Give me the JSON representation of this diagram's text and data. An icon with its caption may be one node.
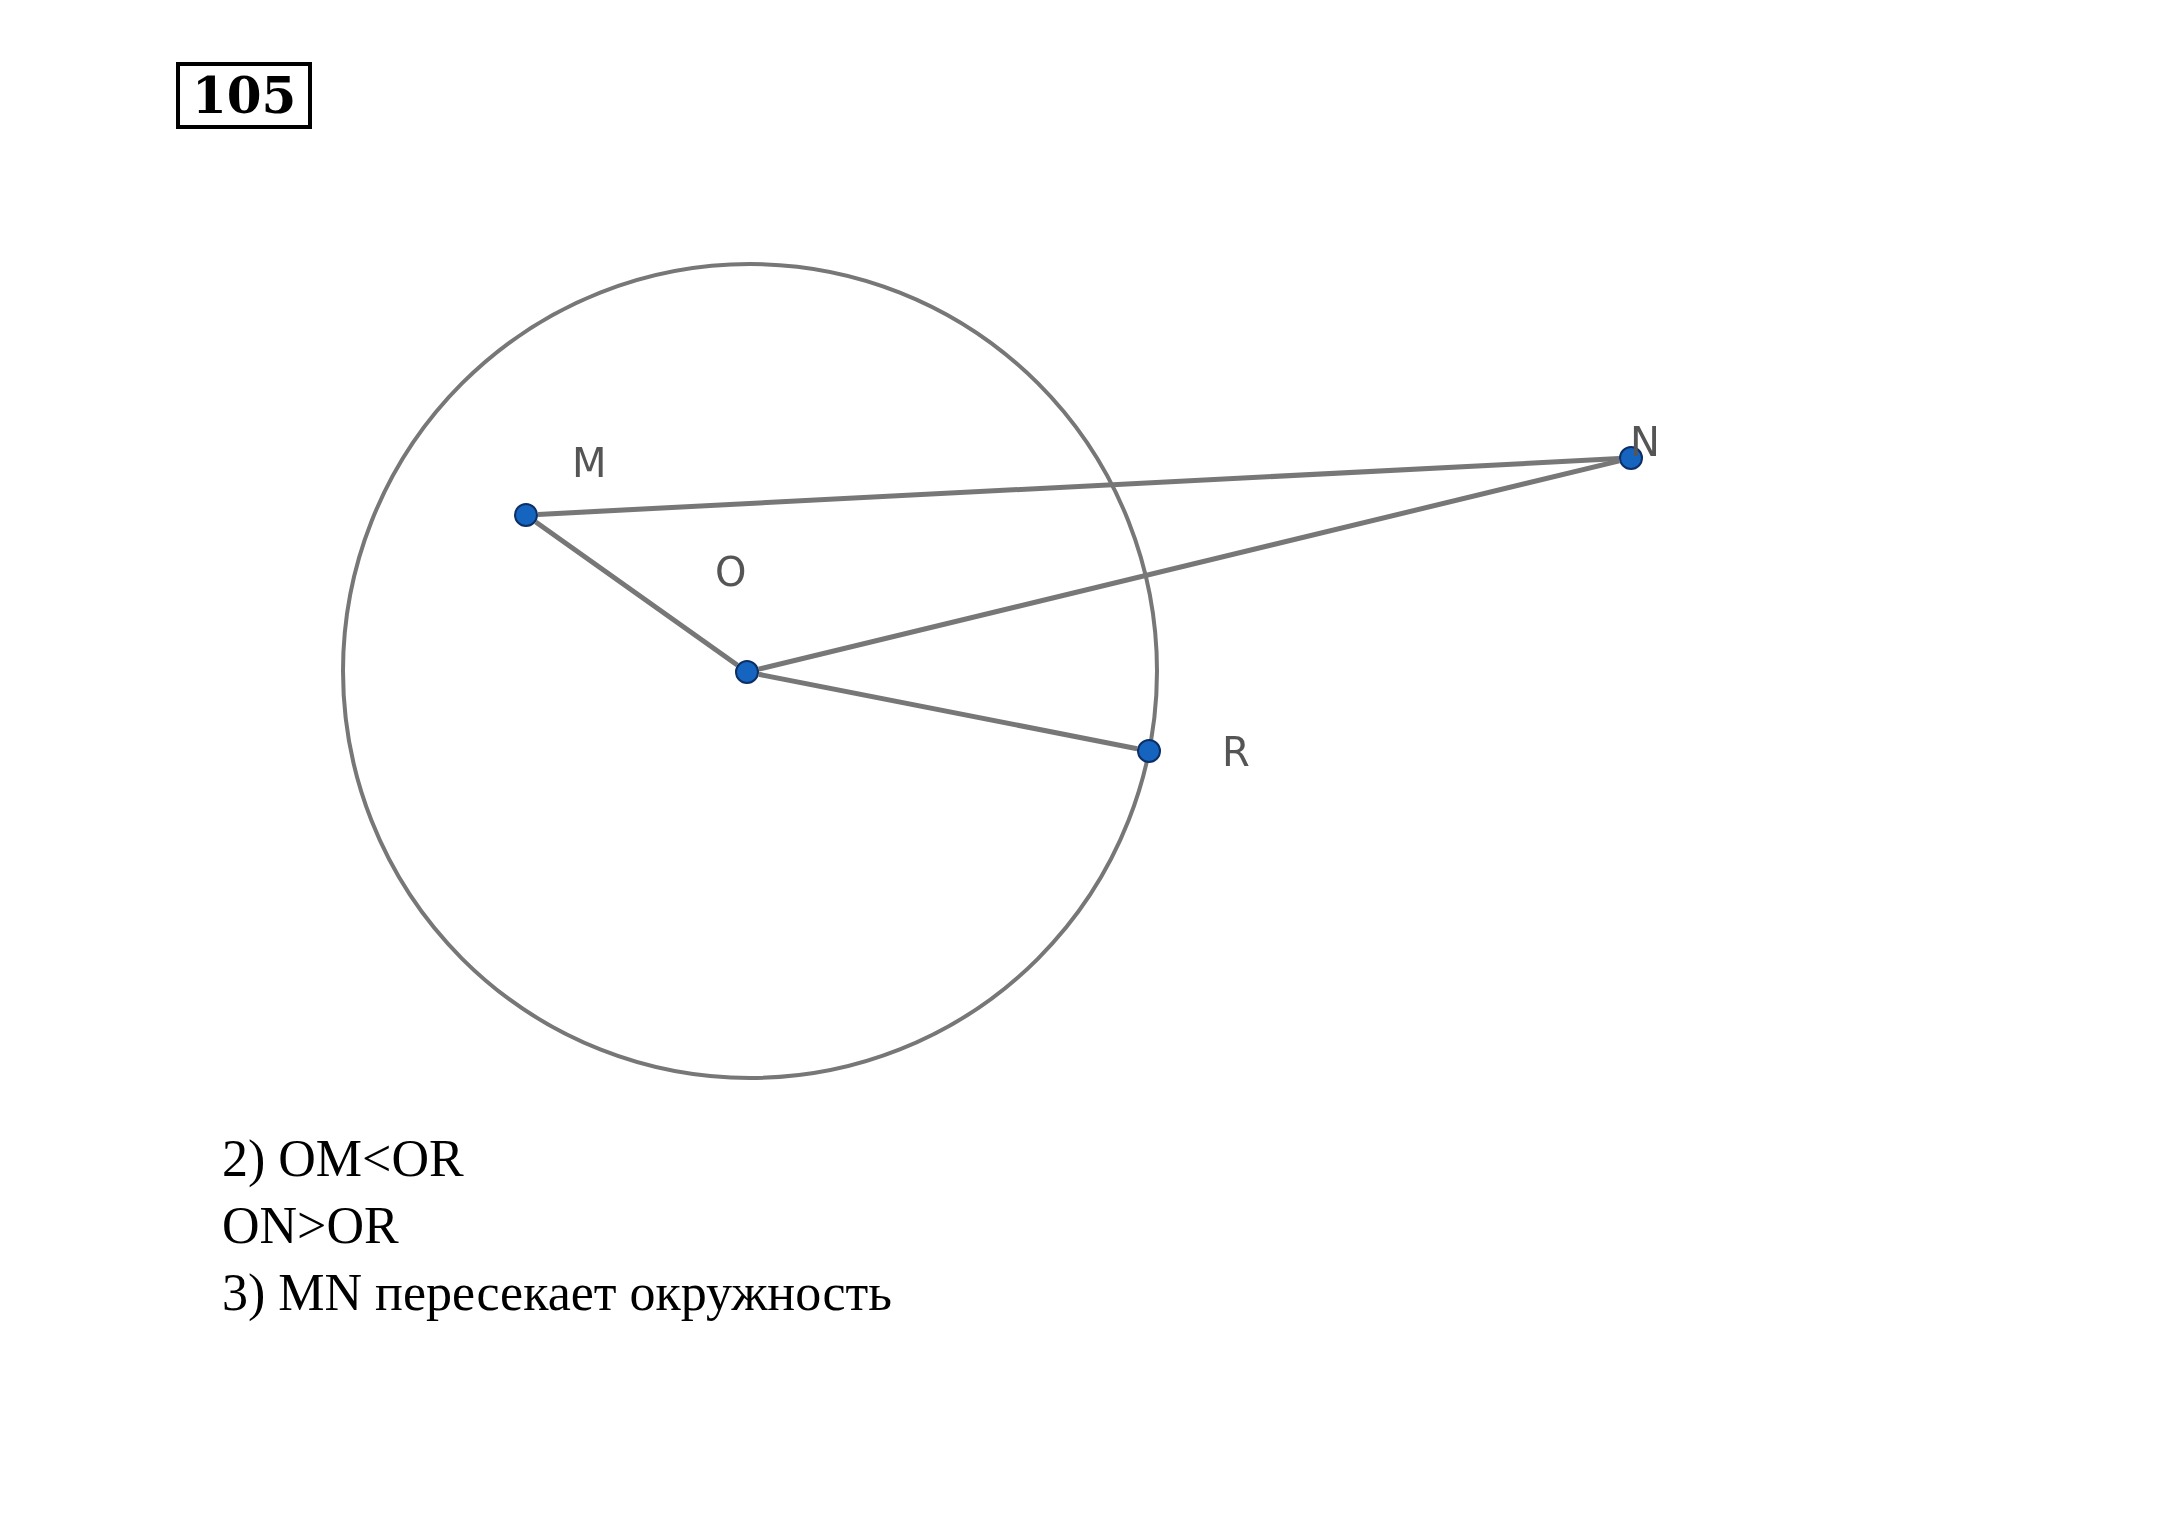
{
  "diagram": {
    "title": "105",
    "nodes": [
      {
        "text": [],
        "shape": "circle",
        "beside": [
          "M"
        ]
      },
      {
        "text": [],
        "shape": "circle",
        "beside": [
          "O"
        ]
      },
      {
        "text": [],
        "shape": "circle",
        "beside": [
          "N"
        ]
      },
      {
        "text": [],
        "shape": "circle",
        "beside": [
          "R"
        ]
      }
    ],
    "edges": [
      {
        "from": 0,
        "to": 2,
        "arrow": "none"
      },
      {
        "from": 0,
        "to": 1,
        "arrow": "none"
      },
      {
        "from": 1,
        "to": 2,
        "arrow": "none"
      },
      {
        "from": 1,
        "to": 3,
        "arrow": "none"
      }
    ],
    "labels": [
      "2) OM<OR",
      "ON>OR",
      "3) MN пересекает окружность"
    ]
  }
}
